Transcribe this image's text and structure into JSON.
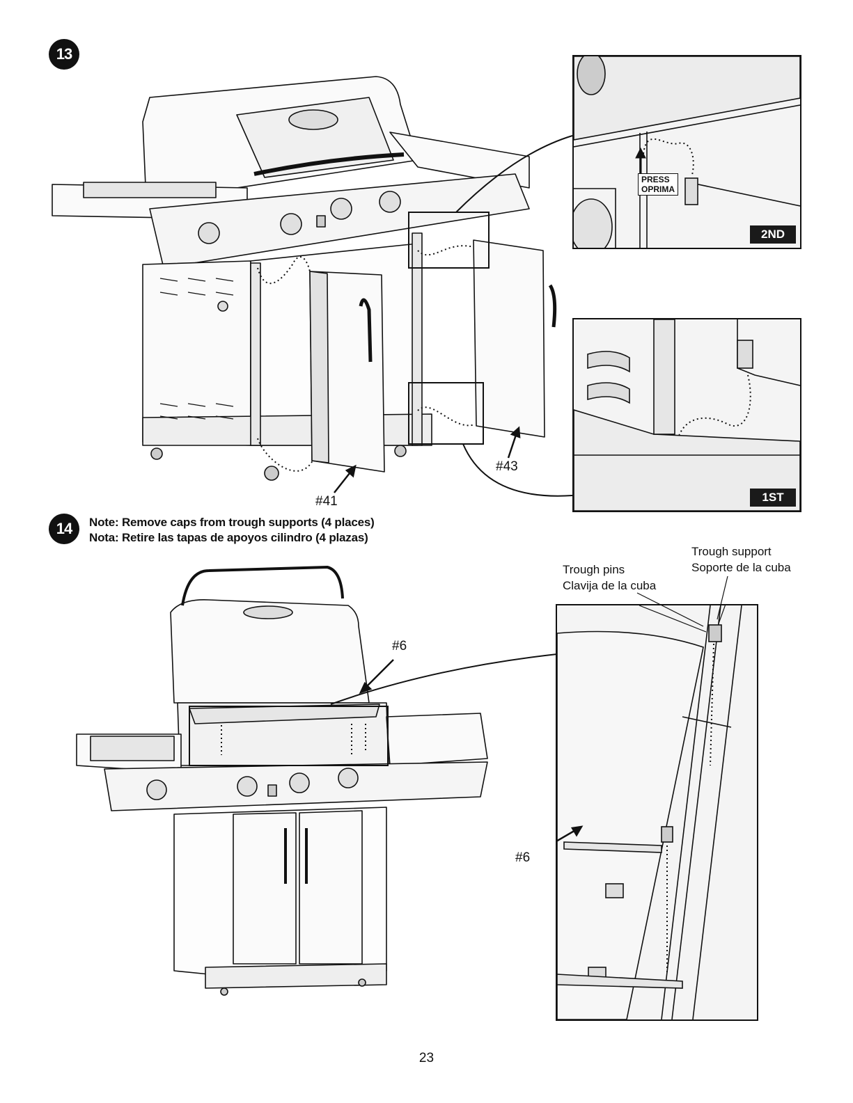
{
  "steps": {
    "step13": {
      "number": "13",
      "parts": {
        "left_door": "#41",
        "right_door": "#43"
      },
      "inset_top": {
        "tag": "2ND",
        "press_en": "PRESS",
        "press_es": "OPRIMA"
      },
      "inset_bottom": {
        "tag": "1ST"
      }
    },
    "step14": {
      "number": "14",
      "note_en": "Note: Remove caps from trough supports (4 places)",
      "note_es": "Nota: Retire las tapas de apoyos cilindro (4 plazas)",
      "part": "#6",
      "trough_pins_en": "Trough pins",
      "trough_pins_es": "Clavija de la cuba",
      "trough_support_en": "Trough support",
      "trough_support_es": "Soporte de la cuba",
      "inset_part": "#6"
    }
  },
  "page_number": "23",
  "colors": {
    "ink": "#111111",
    "tag_bg": "#1a1a1a",
    "paper": "#ffffff",
    "inset_bg": "#f4f4f4"
  }
}
